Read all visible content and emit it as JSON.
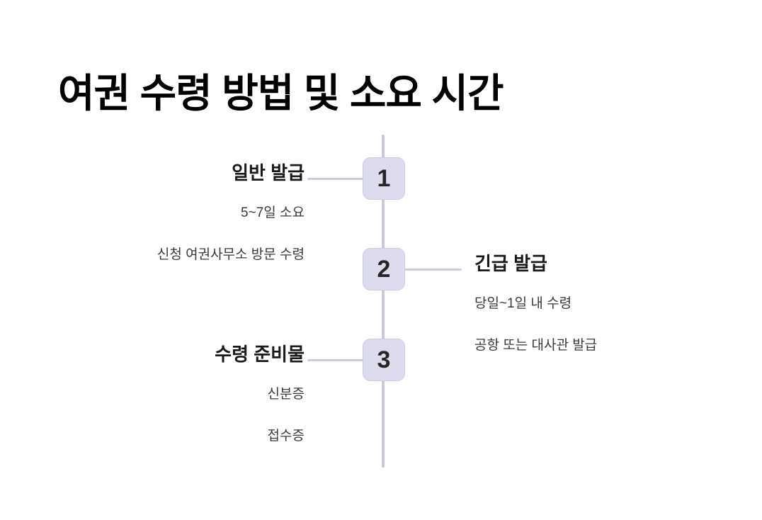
{
  "page": {
    "title": "여권 수령 방법 및 소요 시간",
    "background_color": "#ffffff",
    "accent_color": "#dcdcee",
    "line_color": "#c8c8dd",
    "heading_color": "#1a1a1a",
    "body_text_color": "#3a3a3a"
  },
  "timeline": {
    "orientation": "vertical",
    "node_count": 3,
    "steps": [
      {
        "number": "1",
        "side": "left",
        "heading": "일반 발급",
        "lines": [
          "5~7일 소요",
          "신청 여권사무소 방문 수령"
        ]
      },
      {
        "number": "2",
        "side": "right",
        "heading": "긴급 발급",
        "lines": [
          "당일~1일 내 수령",
          "공항 또는 대사관 발급"
        ]
      },
      {
        "number": "3",
        "side": "left",
        "heading": "수령 준비물",
        "lines": [
          "신분증",
          "접수증"
        ]
      }
    ]
  }
}
